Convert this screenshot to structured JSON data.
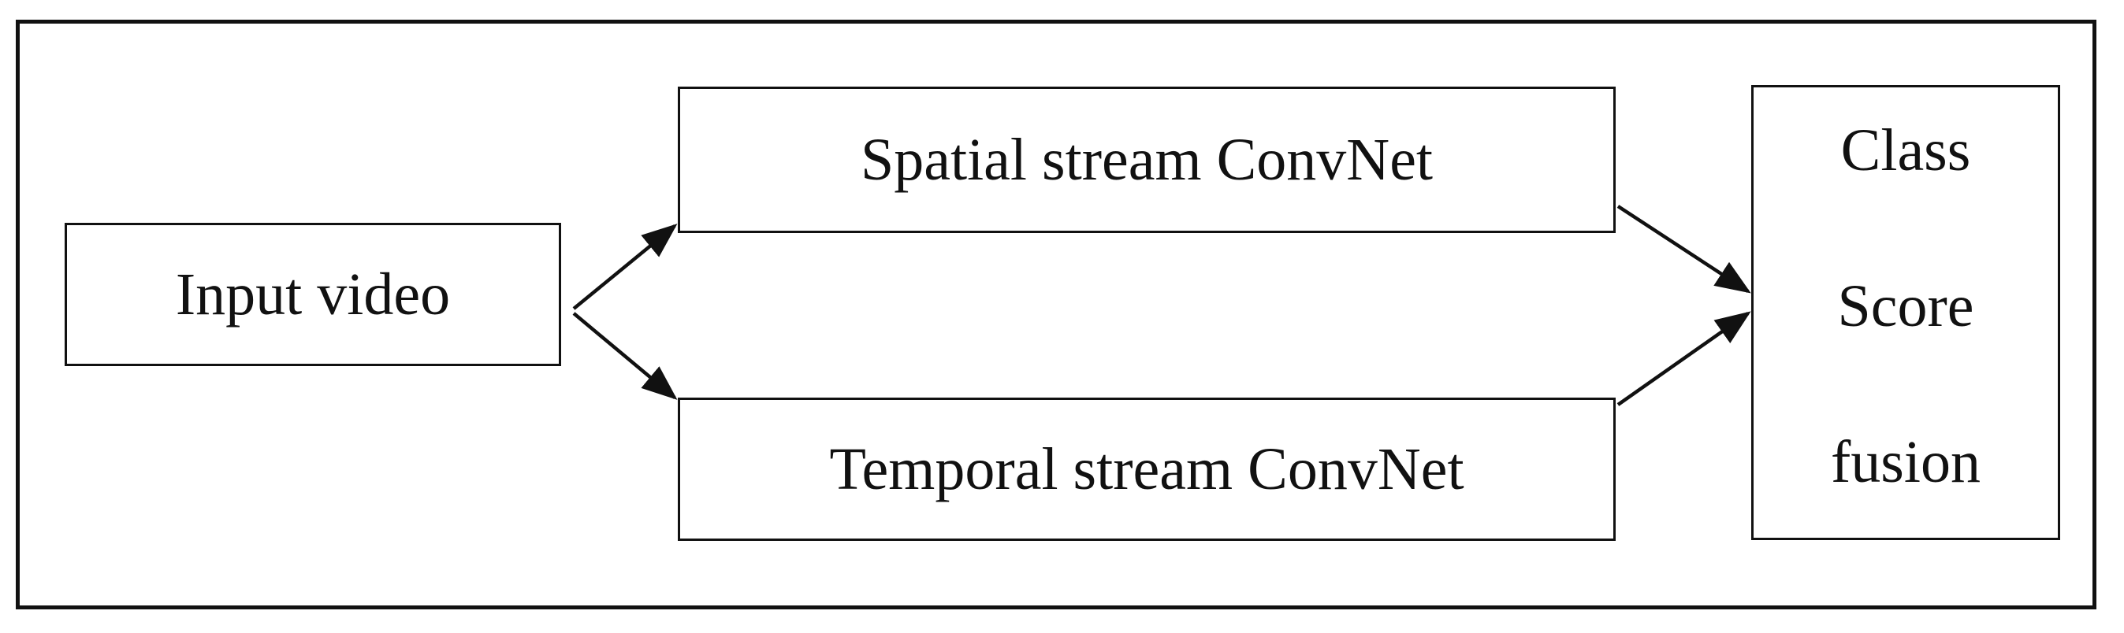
{
  "diagram": {
    "input_label": "Input video",
    "spatial_label": "Spatial stream ConvNet",
    "temporal_label": "Temporal stream ConvNet",
    "fusion_lines": [
      "Class",
      "Score",
      "fusion"
    ],
    "stroke_color": "#111111",
    "background_color": "#ffffff"
  }
}
